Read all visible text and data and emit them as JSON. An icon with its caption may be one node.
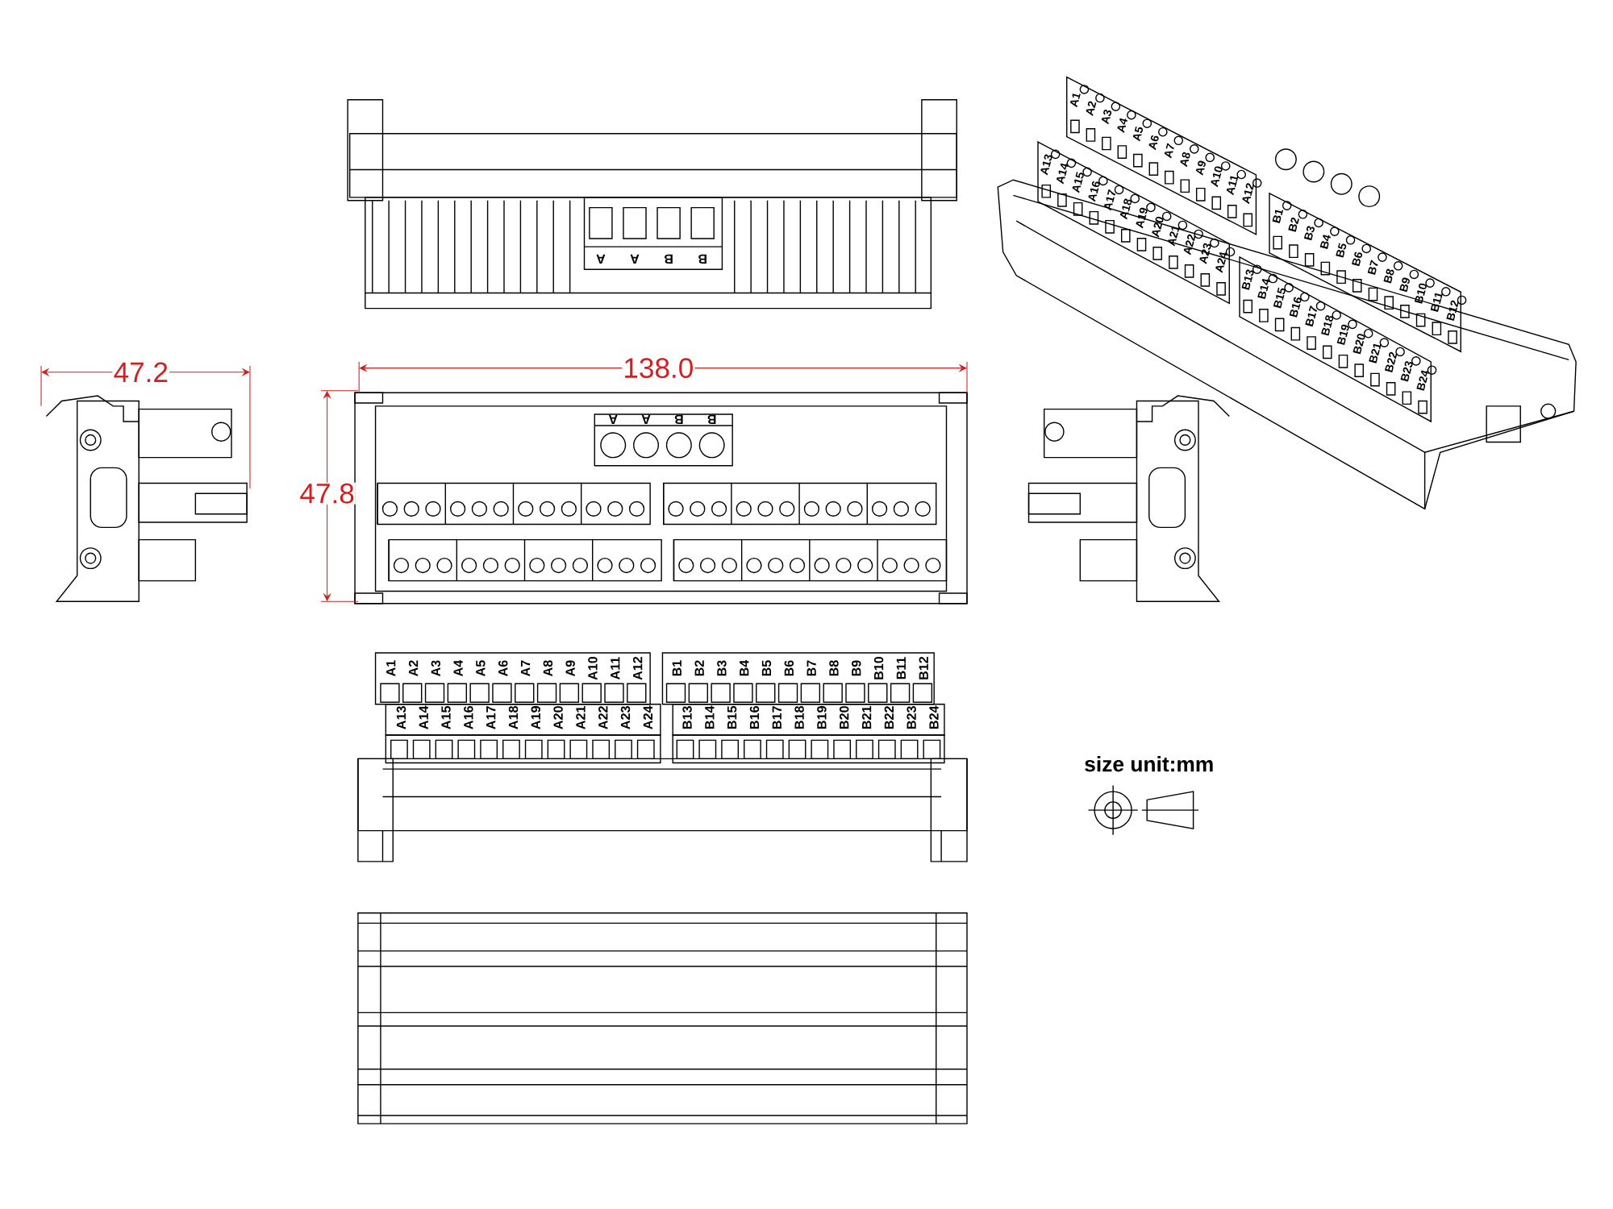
{
  "diagram": {
    "labels": [
      "A",
      "A",
      "B",
      "B",
      "A1",
      "A2",
      "A3",
      "A4",
      "A5",
      "A6",
      "A7",
      "A8",
      "A9",
      "A10",
      "A11",
      "A12",
      "A13",
      "A14",
      "A15",
      "A16",
      "A17",
      "A18",
      "A19",
      "A20",
      "A21",
      "A22",
      "A23",
      "A24",
      "B1",
      "B2",
      "B3",
      "B4",
      "B5",
      "B6",
      "B7",
      "B8",
      "B9",
      "B10",
      "B11",
      "B12",
      "B13",
      "B14",
      "B15",
      "B16",
      "B17",
      "B18",
      "B19",
      "B20",
      "B21",
      "B22",
      "B23",
      "B24",
      "47.2",
      "138.0",
      "47.8",
      "A",
      "A",
      "B",
      "B",
      "A1",
      "A2",
      "A3",
      "A4",
      "A5",
      "A6",
      "A7",
      "A8",
      "A9",
      "A10",
      "A11",
      "A12",
      "B1",
      "B2",
      "B3",
      "B4",
      "B5",
      "B6",
      "B7",
      "B8",
      "B9",
      "B10",
      "B11",
      "B12",
      "A13",
      "A14",
      "A15",
      "A16",
      "A17",
      "A18",
      "A19",
      "A20",
      "A21",
      "A22",
      "A23",
      "A24",
      "B13",
      "B14",
      "B15",
      "B16",
      "B17",
      "B18",
      "B19",
      "B20",
      "B21",
      "B22",
      "B23",
      "B24",
      "size unit:mm"
    ]
  }
}
